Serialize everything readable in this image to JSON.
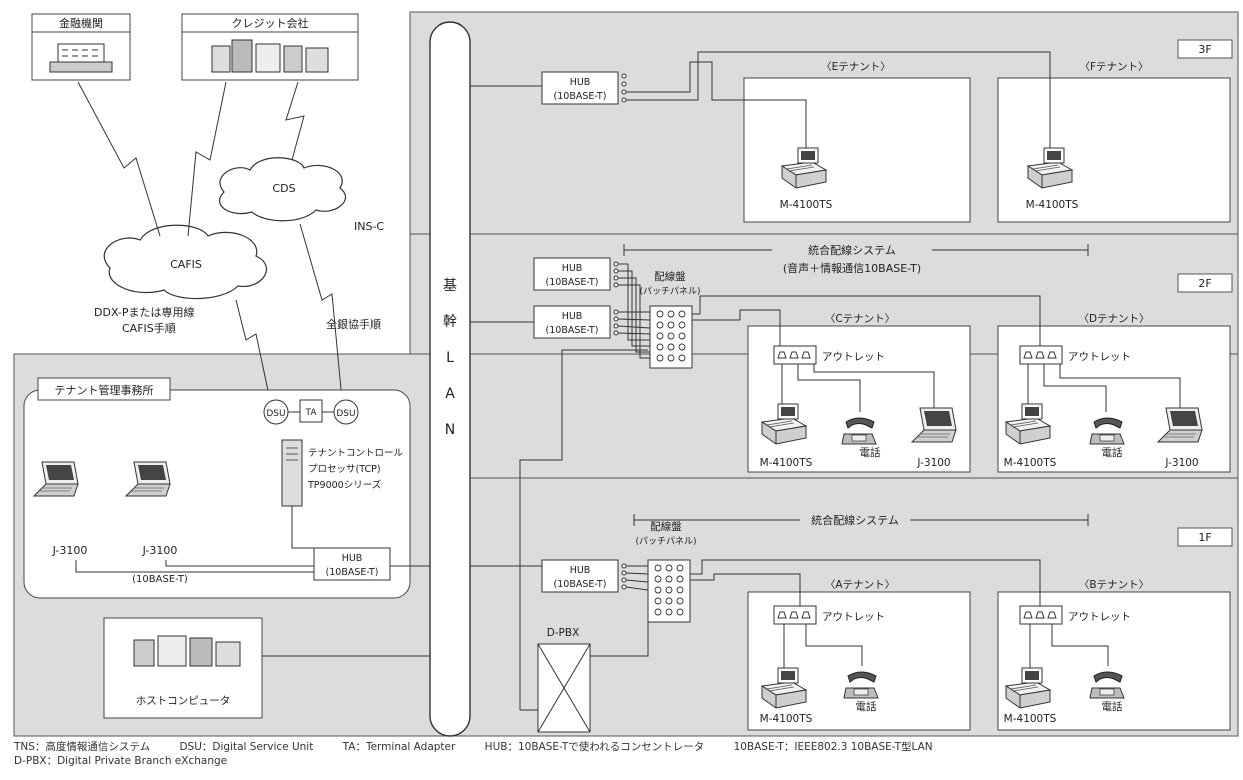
{
  "external": {
    "bank": "金融機関",
    "credit_company": "クレジット会社",
    "cds": "CDS",
    "ins_c": "INS-C",
    "cafis": "CAFIS",
    "ddx_line1": "DDX-Pまたは専用線",
    "ddx_line2": "CAFIS手順",
    "zengin": "全銀協手順"
  },
  "office": {
    "title": "テナント管理事務所",
    "dsu": "DSU",
    "ta": "TA",
    "tcp_line1": "テナントコントロール",
    "tcp_line2": "プロセッサ(TCP)",
    "tcp_line3": "TP9000シリーズ",
    "pc1": "J-3100",
    "pc2": "J-3100",
    "hub_line1": "HUB",
    "hub_line2": "(10BASE-T)",
    "lan_label": "(10BASE-T)"
  },
  "backbone": {
    "label": [
      "基",
      "幹",
      "L",
      "A",
      "N"
    ]
  },
  "host": {
    "label": "ホストコンピュータ"
  },
  "pbx": {
    "label": "D-PBX"
  },
  "floors": {
    "f3": {
      "label": "3F",
      "hub_line1": "HUB",
      "hub_line2": "(10BASE-T)",
      "tenant_e": "〈Eテナント〉",
      "tenant_f": "〈Fテナント〉",
      "pos_e": "M-4100TS",
      "pos_f": "M-4100TS"
    },
    "f2": {
      "label": "2F",
      "system_line1": "統合配線システム",
      "system_line2": "(音声＋情報通信10BASE-T)",
      "hub_a_line1": "HUB",
      "hub_a_line2": "(10BASE-T)",
      "hub_b_line1": "HUB",
      "hub_b_line2": "(10BASE-T)",
      "panel_line1": "配線盤",
      "panel_line2": "(パッチパネル)",
      "tenant_c": "〈Cテナント〉",
      "tenant_d": "〈Dテナント〉",
      "outlet_c": "アウトレット",
      "outlet_d": "アウトレット",
      "pos_c": "M-4100TS",
      "phone_c": "電話",
      "pc_c": "J-3100",
      "pos_d": "M-4100TS",
      "phone_d": "電話",
      "pc_d": "J-3100"
    },
    "f1": {
      "label": "1F",
      "system_line1": "統合配線システム",
      "hub_line1": "HUB",
      "hub_line2": "(10BASE-T)",
      "panel_line1": "配線盤",
      "panel_line2": "(パッチパネル)",
      "tenant_a": "〈Aテナント〉",
      "tenant_b": "〈Bテナント〉",
      "outlet_a": "アウトレット",
      "outlet_b": "アウトレット",
      "pos_a": "M-4100TS",
      "phone_a": "電話",
      "pos_b": "M-4100TS",
      "phone_b": "電話"
    }
  },
  "legend": {
    "line1": [
      "TNS：高度情報通信システム",
      "DSU：Digital Service Unit",
      "TA：Terminal Adapter",
      "HUB：10BASE-Tで使われるコンセントレータ",
      "10BASE-T：IEEE802.3 10BASE-T型LAN"
    ],
    "line2": "D-PBX：Digital Private Branch eXchange"
  },
  "colors": {
    "floor_fill": "#dcdcdc",
    "box_fill": "#ffffff",
    "line": "#333333"
  }
}
